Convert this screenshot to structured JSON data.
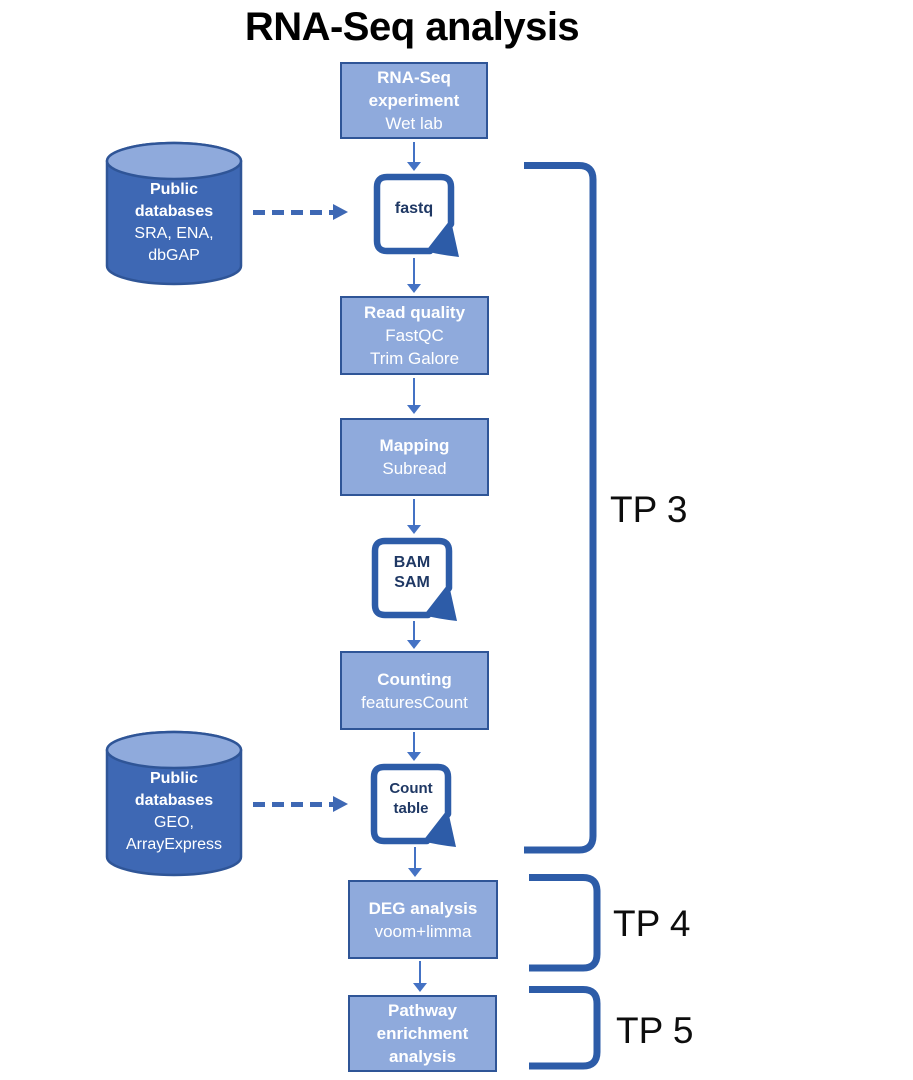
{
  "title": "RNA-Seq analysis",
  "colors": {
    "box_fill": "#8faadc",
    "box_border": "#2f5597",
    "document_border": "#2d5ca8",
    "document_text": "#1f3864",
    "cylinder_body": "#3e68b4",
    "cylinder_top": "#8faadc",
    "solid_arrow": "#4472c4",
    "dashed_arrow": "#3e68b4",
    "bracket": "#2d5ca8",
    "title_text": "#000000",
    "box_text": "#ffffff"
  },
  "icons": {
    "down_arrow": "↓",
    "dashed_right_arrow": "⇢"
  },
  "boxes": [
    {
      "id": "rna-seq-experiment",
      "lines": [
        "RNA-Seq",
        "experiment",
        "Wet lab"
      ]
    },
    {
      "id": "read-quality",
      "lines": [
        "Read quality",
        "FastQC",
        "Trim Galore"
      ]
    },
    {
      "id": "mapping",
      "lines": [
        "Mapping",
        "Subread"
      ]
    },
    {
      "id": "counting",
      "lines": [
        "Counting",
        "featuresCount"
      ]
    },
    {
      "id": "deg-analysis",
      "lines": [
        "DEG analysis",
        "voom+limma"
      ]
    },
    {
      "id": "pathway-enrichment",
      "lines": [
        "Pathway",
        "enrichment",
        "analysis"
      ]
    }
  ],
  "documents": [
    {
      "id": "fastq",
      "lines": [
        "fastq"
      ]
    },
    {
      "id": "bam-sam",
      "lines": [
        "BAM",
        "SAM"
      ]
    },
    {
      "id": "count-table",
      "lines": [
        "Count",
        "table"
      ]
    }
  ],
  "databases": [
    {
      "id": "public-databases-sra",
      "lines": [
        "Public",
        "databases",
        "SRA, ENA,",
        "dbGAP"
      ]
    },
    {
      "id": "public-databases-geo",
      "lines": [
        "Public",
        "databases",
        "GEO,",
        "ArrayExpress"
      ]
    }
  ],
  "phases": [
    "TP 3",
    "TP 4",
    "TP 5"
  ]
}
